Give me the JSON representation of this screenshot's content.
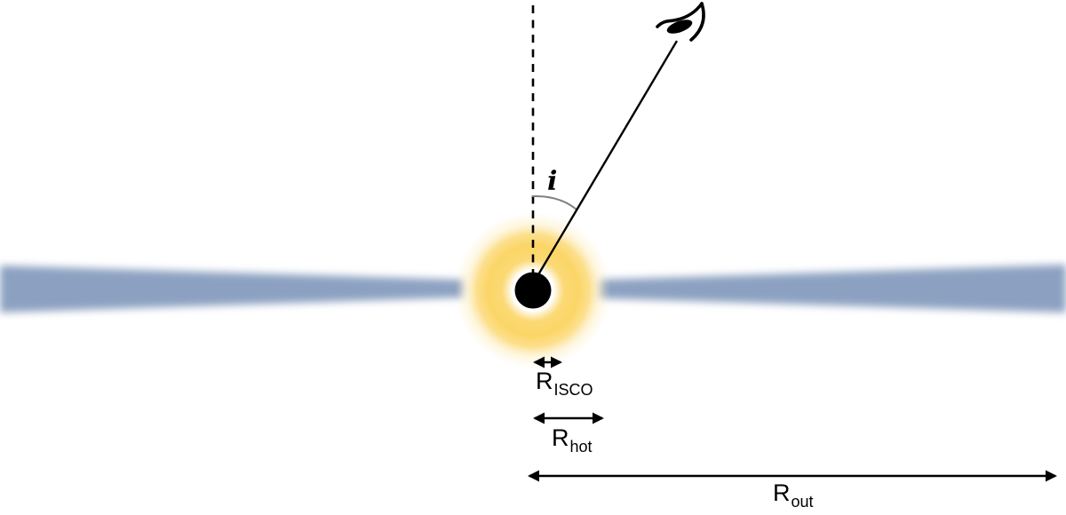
{
  "figure": {
    "description": "Schematic of black hole accretion geometry with inclined observer line of sight",
    "angle_label": "i",
    "r_isco": {
      "main": "R",
      "sub": "ISCO"
    },
    "r_hot": {
      "main": "R",
      "sub": "hot"
    },
    "r_out": {
      "main": "R",
      "sub": "out"
    }
  },
  "icons": {
    "observer": "observer-eye-icon"
  },
  "colors": {
    "background": "#ffffff",
    "disk": "#8CA1C1",
    "glow_core": "#FBD566",
    "glow_mid": "#FCDA79",
    "glow_faint": "#FDEDBE",
    "glow_center": "#FFFFFF",
    "black_hole": "#000000",
    "line": "#000000",
    "arc": "#808080",
    "text": "#000000"
  }
}
